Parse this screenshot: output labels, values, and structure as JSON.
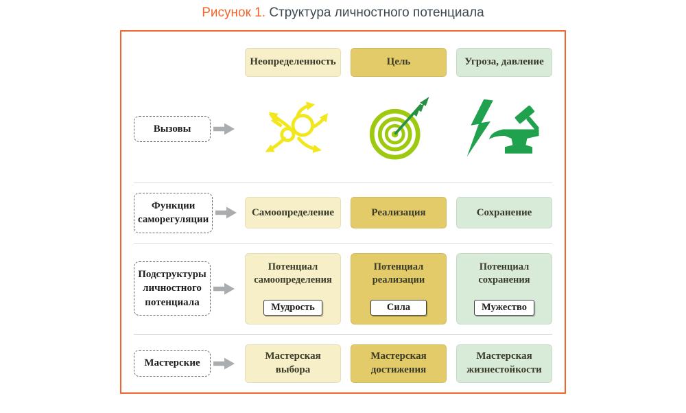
{
  "title": {
    "figure": "Рисунок 1.",
    "rest": "Структура личностного потенциала"
  },
  "colors": {
    "accent": "#f0662c",
    "col1": "#f6efc7",
    "col2": "#e2cb68",
    "col3": "#d8ebd8",
    "icon-yellow": "#f2e71c",
    "icon-lime": "#9dc90f",
    "icon-green": "#1fa14d",
    "arrow-gray": "#a9adaf"
  },
  "headers": [
    "Неопределенность",
    "Цель",
    "Угроза, давление"
  ],
  "rows": {
    "challenges": {
      "label": "Вызовы",
      "icons": [
        "chaos-arrows",
        "target-with-arrow",
        "lightning-and-anvil"
      ]
    },
    "functions": {
      "label": "Функции саморегуляции",
      "cells": [
        "Самоопределение",
        "Реализация",
        "Сохранение"
      ]
    },
    "substructures": {
      "label": "Подструктуры личностного потенциала",
      "cells": [
        {
          "title": "Потенциал самоопределения",
          "badge": "Мудрость"
        },
        {
          "title": "Потенциал реализации",
          "badge": "Сила"
        },
        {
          "title": "Потенциал сохранения",
          "badge": "Мужество"
        }
      ]
    },
    "workshops": {
      "label": "Мастерские",
      "cells": [
        "Мастерская выбора",
        "Мастерская достижения",
        "Мастерская жизнестойкости"
      ]
    }
  }
}
